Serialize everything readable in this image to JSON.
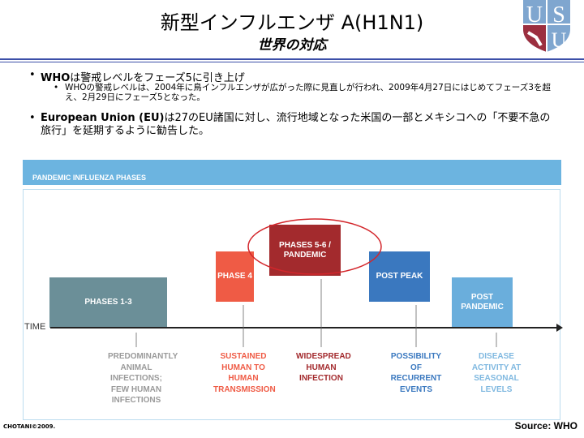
{
  "title": "新型インフルエンザ A(H1N1)",
  "subtitle": "世界の対応",
  "bullets": [
    {
      "bold": "WHO",
      "text": "は警戒レベルをフェーズ5に引き上げ",
      "sub": "WHOの警戒レベルは、2004年に鳥インフルエンザが広がった際に見直しが行われ、2009年4月27日にはじめてフェーズ3を超え、2月29日にフェーズ5となった。"
    },
    {
      "bold": "European Union (EU)",
      "text": "は27のEU諸国に対し、流行地域となった米国の一部とメキシコへの「不要不急の旅行」を延期するように勧告した。"
    }
  ],
  "diagram": {
    "header": "PANDEMIC INFLUENZA PHASES",
    "axis_label": "TIME",
    "phases": [
      {
        "label": "PHASES 1-3",
        "desc": "PREDOMINANTLY ANIMAL INFECTIONS; FEW HUMAN INFECTIONS",
        "color": "#6b8f98",
        "desc_color": "#9a9a9a"
      },
      {
        "label": "PHASE 4",
        "desc": "SUSTAINED HUMAN TO HUMAN TRANSMISSION",
        "color": "#ef5b45",
        "desc_color": "#ef5b45"
      },
      {
        "label": "PHASES 5-6 / PANDEMIC",
        "desc": "WIDESPREAD HUMAN INFECTION",
        "color": "#a32a2d",
        "desc_color": "#a32a2d"
      },
      {
        "label": "POST PEAK",
        "desc": "POSSIBILITY OF RECURRENT EVENTS",
        "color": "#3a78bf",
        "desc_color": "#3a78bf"
      },
      {
        "label": "POST PANDEMIC",
        "desc": "DISEASE ACTIVITY AT SEASONAL LEVELS",
        "color": "#6aaedc",
        "desc_color": "#7fb8e0"
      }
    ]
  },
  "footer": {
    "copyright": "CHOTANI©2009.",
    "source": "Source: WHO"
  },
  "logo": {
    "text": "USU"
  }
}
